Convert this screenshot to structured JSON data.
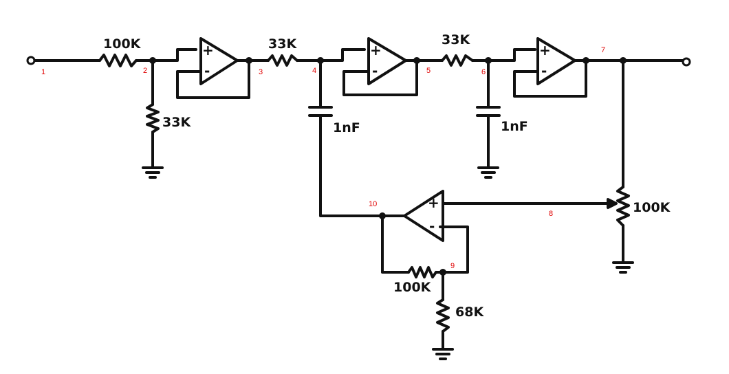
{
  "components": {
    "r_in": "100K",
    "r_shunt": "33K",
    "r_a": "33K",
    "r_b": "33K",
    "c1": "1nF",
    "c2": "1nF",
    "pot": "100K",
    "r_fb": "100K",
    "r_gnd": "68K"
  },
  "opamp_signs": {
    "plus": "+",
    "minus": "-"
  },
  "nodes": [
    "1",
    "2",
    "3",
    "4",
    "5",
    "6",
    "7",
    "8",
    "9",
    "10"
  ],
  "colors": {
    "ink": "#111111",
    "node_label": "#e00000"
  }
}
